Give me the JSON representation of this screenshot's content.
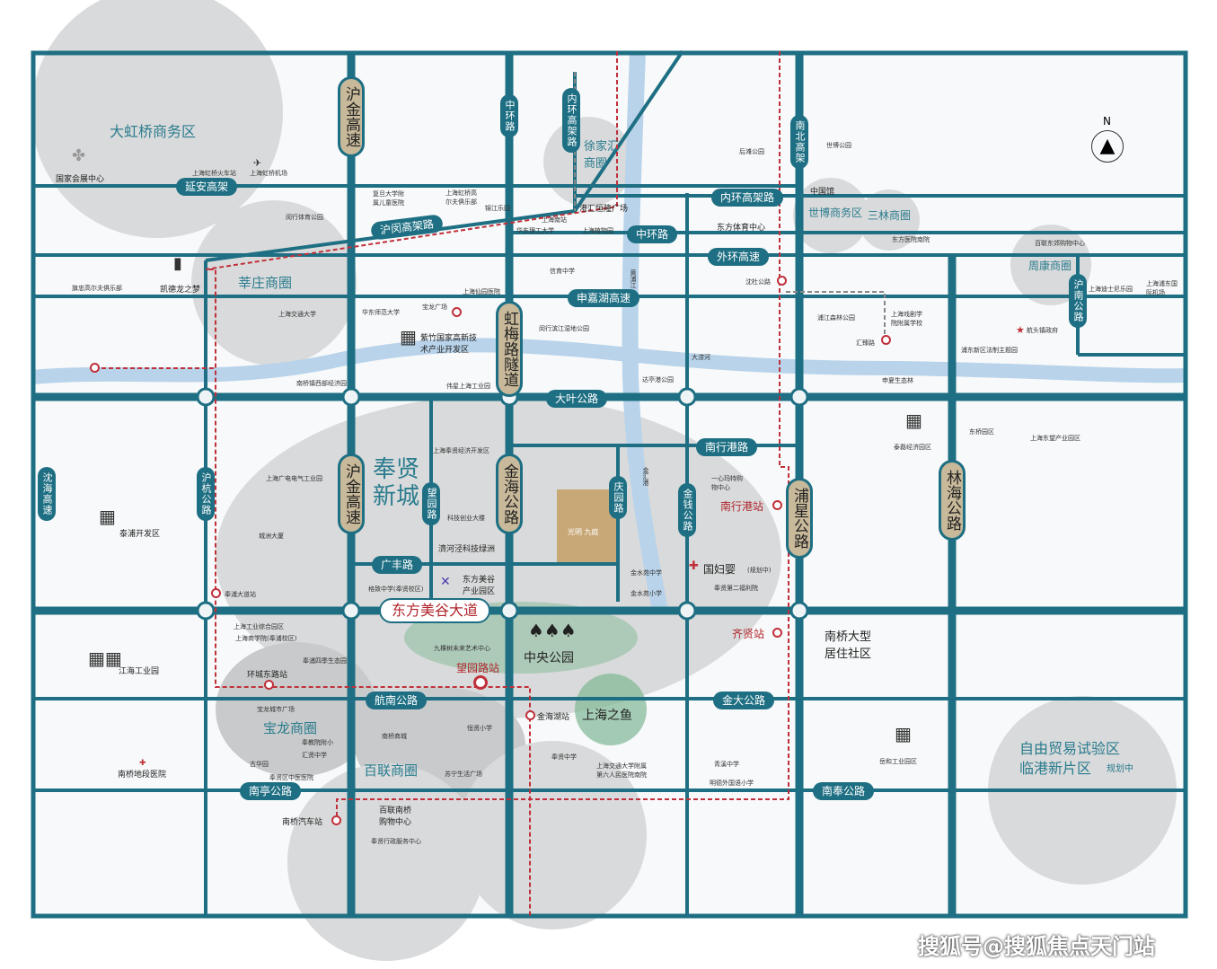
{
  "areas": {
    "hongqiao": "大虹桥商务区",
    "xinzhuang": "莘庄商圈",
    "xujiahui": "徐家汇商圈",
    "shibo": "世博商务区",
    "sanlin": "三林商圈",
    "zhoukang": "周康商圈",
    "fengxian": "奉贤新城",
    "baolong": "宝龙商圈",
    "bailian": "百联商圈",
    "lingang_1": "自由贸易试验区",
    "lingang_2": "临港新片区",
    "lingang_note": "规划中",
    "nanqiao": "南桥大型居住社区",
    "central_park": "中央公园",
    "fish": "上海之鱼",
    "project": "光明 九庭"
  },
  "roads": {
    "yanan": "延安高架",
    "humin": "沪闵高架路",
    "neihuan": "内环高架路",
    "zhonghuan": "中环路",
    "waihuan": "外环高速",
    "shenjiahu": "申嘉湖高速",
    "daye": "大叶公路",
    "nanxinggang": "南行港路",
    "guangfeng": "广丰路",
    "dongfang": "东方美谷大道",
    "hangnan": "航南公路",
    "jinda": "金大公路",
    "nanting": "南亭公路",
    "nanfeng": "南奉公路",
    "hujin": "沪金高速",
    "hujin2": "沪金高速",
    "zhonghuan_v": "中环路",
    "neihuan_v": "内环高架路",
    "hongmei": "虹梅路隧道",
    "jinhai": "金海公路",
    "wangyuan": "望园路",
    "qingyuan": "庆园路",
    "jinqian": "金钱公路",
    "puxing": "浦星公路",
    "linhai": "林海公路",
    "nanbei": "南北高架",
    "hunan": "沪南公路",
    "shenhai": "沈海高速",
    "huhang": "沪杭公路"
  },
  "rivers": {
    "dazhi": "大涝河",
    "huangpu": "黄浦江",
    "jinhui": "金汇港"
  },
  "pois": [
    "国家会展中心",
    "上海虹桥火车站",
    "上海虹桥机场",
    "闵行体育公园",
    "复旦大学附属儿童医院",
    "上海虹桥高尔夫俱乐部",
    "锦江乐园",
    "上海南站",
    "港汇恒隆广场",
    "华东理工大学",
    "上海植物园",
    "后滩公园",
    "世博公园",
    "中国馆",
    "东方体育中心",
    "东方医院南院",
    "百联东郊购物中心",
    "上海迪士尼乐园",
    "上海浦东国际机场",
    "旗忠高尔夫俱乐部",
    "凯德龙之梦",
    "上海交通大学",
    "华东师范大学",
    "宝龙广场",
    "上海仙园医院",
    "信育中学",
    "紫竹国家高新技术产业开发区",
    "闵行滨江湿地公园",
    "浦江森林公园",
    "上海戏剧学院附属学校",
    "航头镇政府",
    "浦东新区法制主题园",
    "南桥镇西部经济园",
    "伟星上海工业园",
    "达亭港公园",
    "申夏生态林",
    "上海奉贤经济开发区",
    "上海广电电气工业园",
    "城洲大厦",
    "科技创业大楼",
    "濟河泾科技绿洲",
    "格致中学(奉贤校区)",
    "东方美谷产业园区",
    "金水苑中学",
    "金水苑小学",
    "国妇婴",
    "(规划中)",
    "奉贤第二福利院",
    "一心玛特购物中心",
    "泰浦开发区",
    "江海工业园",
    "上海工业综合园区",
    "上海商学院(奉浦校区)",
    "奉浦四季生态园",
    "九棵树未来艺术中心",
    "宝龙城市广场",
    "奉教院附小",
    "汇贤中学",
    "古华园",
    "奉贤区中医医院",
    "南桥地段医院",
    "南桥商城",
    "恒贤小学",
    "苏宁生活广场",
    "奉贤中学",
    "上海交通大学附属第六人民医院南院",
    "青溪中学",
    "明德外国语小学",
    "百联南桥购物中心",
    "奉贤行政服务中心",
    "泰磊经济园区",
    "东桥园区",
    "上海东望产业园区",
    "岳和工业园区"
  ],
  "stations": {
    "nanxinggang": "南行港站",
    "qixian": "齐贤站",
    "wangyuan": "望园路站",
    "jinhaihu": "金海湖站",
    "huancheng": "环城东路站",
    "fengpu": "奉浦大道站",
    "nanqiao_bus": "南桥汽车站",
    "shendu": "沈杜公路",
    "huizhen": "汇臻路"
  },
  "compass": "N",
  "watermark": "搜狐号@搜狐焦点天门站",
  "colors": {
    "road": "#1e6f83",
    "area": "#d9dadb",
    "river": "#b8d3ea",
    "metro": "#c0303a",
    "tan": "#c8b99a"
  }
}
